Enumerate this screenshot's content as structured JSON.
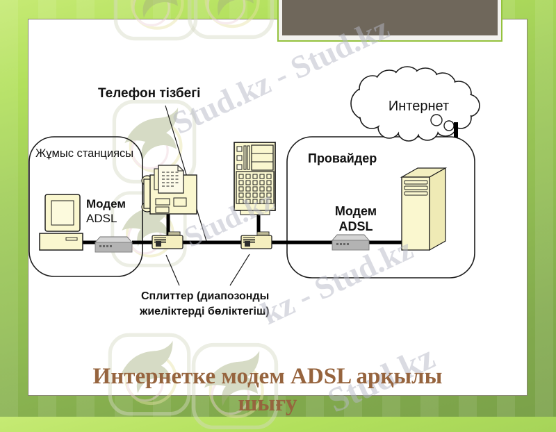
{
  "title": {
    "line1": "Интернетке модем ADSL арқылы",
    "line2": "шығу"
  },
  "diagram": {
    "phone_line_label": "Телефон тізбегі",
    "internet_label": "Интернет",
    "workstation": {
      "label": "Жұмыс станциясы",
      "modem": "Модем",
      "adsl": "ADSL"
    },
    "provider": {
      "label": "Провайдер",
      "modem": "Модем",
      "adsl": "ADSL"
    },
    "splitter_caption_line1": "Сплиттер (диапозонды",
    "splitter_caption_line2": "жиеліктерді бөліктегіш)"
  },
  "watermarks": {
    "brand": "Stud.kz",
    "texts": [
      "Stud.kz - Stud.kz",
      "kz - Stud.kz",
      "Stud.kz",
      "Stud.kz"
    ]
  },
  "colors": {
    "frame_green": "#9ecb57",
    "banner_fill": "#6f675b",
    "banner_outline": "#94c23d",
    "device_cream": "#faf7cf",
    "modem_gray": "#b3b3b3",
    "title_brown": "#96643e",
    "watermark_gray": "#b6b8c6"
  }
}
